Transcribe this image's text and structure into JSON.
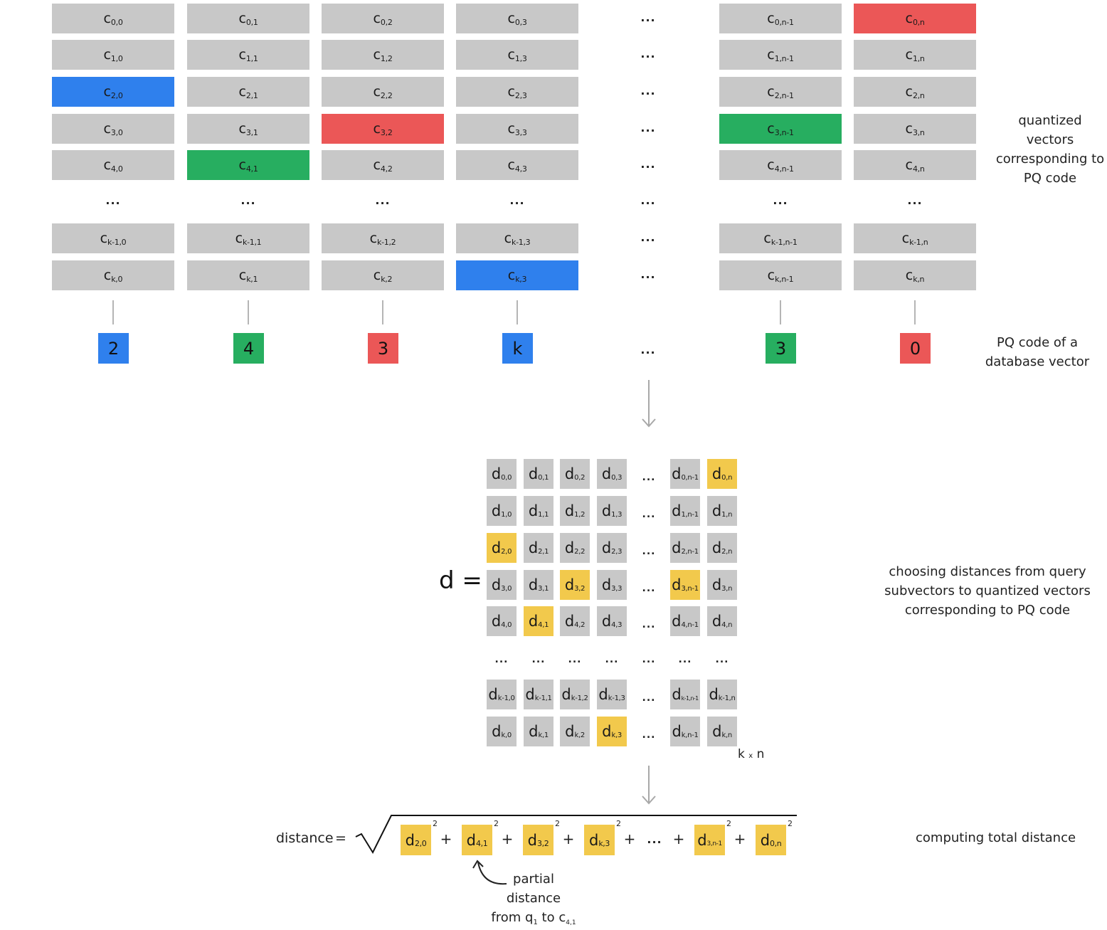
{
  "colors": {
    "gray": "#c8c8c8",
    "blue": "#2f80ed",
    "green": "#27ae60",
    "red": "#eb5757",
    "yellow": "#f2c94c",
    "line": "#b5b5b5"
  },
  "ellipsis": "...",
  "codebook": {
    "columns": [
      {
        "col": "0"
      },
      {
        "col": "1"
      },
      {
        "col": "2"
      },
      {
        "col": "3"
      },
      {
        "col": "ellipsis"
      },
      {
        "col": "n-1"
      },
      {
        "col": "n"
      }
    ],
    "rows": [
      "0",
      "1",
      "2",
      "3",
      "4",
      "ellipsis",
      "k-1",
      "k"
    ],
    "letter": "c",
    "highlights": [
      {
        "row": "2",
        "col": "0",
        "color": "blue"
      },
      {
        "row": "4",
        "col": "1",
        "color": "green"
      },
      {
        "row": "3",
        "col": "2",
        "color": "red"
      },
      {
        "row": "k",
        "col": "3",
        "color": "blue"
      },
      {
        "row": "3",
        "col": "n-1",
        "color": "green"
      },
      {
        "row": "0",
        "col": "n",
        "color": "red"
      }
    ]
  },
  "pq_code": [
    {
      "value": "2",
      "color": "blue"
    },
    {
      "value": "4",
      "color": "green"
    },
    {
      "value": "3",
      "color": "red"
    },
    {
      "value": "k",
      "color": "blue"
    },
    {
      "value": "...",
      "color": "none"
    },
    {
      "value": "3",
      "color": "green"
    },
    {
      "value": "0",
      "color": "red"
    }
  ],
  "labels": {
    "quantized": "quantized vectors corresponding to PQ code",
    "quantized_lines": [
      "quantized vectors",
      "corresponding to",
      "PQ code"
    ],
    "pq_code_lines": [
      "PQ code of a",
      "database vector"
    ],
    "choosing_lines": [
      "choosing distances from query",
      "subvectors to quantized vectors",
      "corresponding to PQ code"
    ],
    "computing": "computing total distance",
    "d_equals": "d =",
    "kxn_k": "k",
    "kxn_x": "x",
    "kxn_n": "n",
    "distance": "distance",
    "equals": "=",
    "partial_lines": [
      "partial",
      "distance"
    ],
    "partial_from": "from q",
    "partial_from_sub": "1",
    "partial_to": " to c",
    "partial_to_sub": "4,1"
  },
  "distance_matrix": {
    "letter": "d",
    "highlights": [
      {
        "row": "0",
        "col": "n"
      },
      {
        "row": "2",
        "col": "0"
      },
      {
        "row": "3",
        "col": "2"
      },
      {
        "row": "3",
        "col": "n-1"
      },
      {
        "row": "4",
        "col": "1"
      },
      {
        "row": "k",
        "col": "3"
      }
    ]
  },
  "equation": {
    "terms": [
      {
        "sub": "2,0"
      },
      {
        "sub": "4,1"
      },
      {
        "sub": "3,2"
      },
      {
        "sub": "k,3"
      },
      {
        "sub": "ellipsis"
      },
      {
        "sub": "3,n-1"
      },
      {
        "sub": "0,n"
      }
    ],
    "plus": "+",
    "power": "2"
  }
}
